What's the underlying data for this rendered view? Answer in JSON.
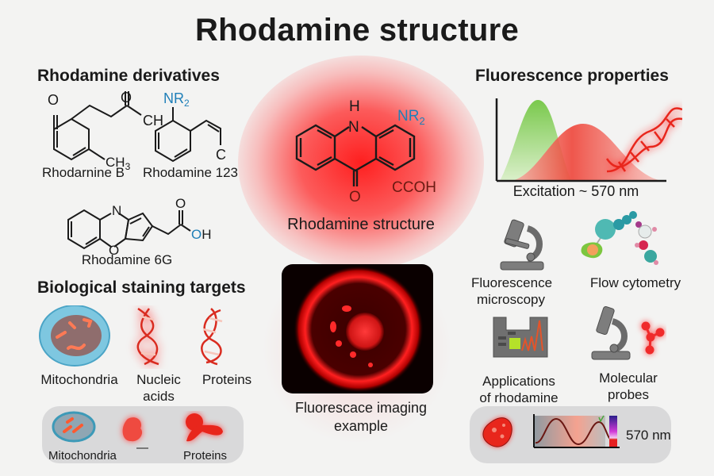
{
  "title": "Rhodamine structure",
  "derivatives": {
    "heading": "Rhodamine derivatives",
    "items": [
      {
        "label": "Rhodarnine B",
        "atoms": [
          "O",
          "O",
          "CH",
          "CH3"
        ]
      },
      {
        "label": "Rhodamine 123",
        "atoms": [
          "NR2",
          "C"
        ]
      },
      {
        "label": "Rhodamine 6G",
        "atoms": [
          "N",
          "O",
          "O",
          "OH"
        ]
      }
    ]
  },
  "core": {
    "label": "Rhodamine structure",
    "atoms": {
      "h": "H",
      "n": "N",
      "nr2": "NR",
      "nr2_sub": "2",
      "o": "O",
      "ccoh": "CCOH"
    }
  },
  "fluorescence": {
    "heading": "Fluorescence properties",
    "caption": "Excitation ~ 570 nm",
    "colors": {
      "excitation": "#6cc43a",
      "emission": "#ee3b2f"
    }
  },
  "applications": [
    {
      "label_lines": [
        "Fluorescence",
        "microscopy"
      ],
      "icon": "microscope-icon"
    },
    {
      "label_lines": [
        "Flow cytometry"
      ],
      "icon": "molecule-icon"
    },
    {
      "label_lines": [
        "Applications",
        "of rhodamine"
      ],
      "icon": "lab-instrument-icon"
    },
    {
      "label_lines": [
        "Molecular",
        "probes"
      ],
      "icon": "microscope-probe-icon"
    }
  ],
  "spectrum_panel": {
    "wavelength": "570 nm"
  },
  "staining": {
    "heading": "Biological staining targets",
    "items": [
      {
        "label_lines": [
          "Mitochondria"
        ],
        "icon": "cell-icon"
      },
      {
        "label_lines": [
          "Nucleic",
          "acids"
        ],
        "icon": "dna-icon"
      },
      {
        "label_lines": [
          "Proteins"
        ],
        "icon": "dna-icon"
      }
    ],
    "panel": {
      "labels": [
        "Mitochondria",
        "—",
        "Proteins"
      ]
    }
  },
  "imaging": {
    "label_lines": [
      "Fluorescace imaging",
      "example"
    ]
  },
  "colors": {
    "accent_red": "#e8261c",
    "nr2_blue": "#1f7fb8",
    "bond": "#1a1a1a"
  }
}
